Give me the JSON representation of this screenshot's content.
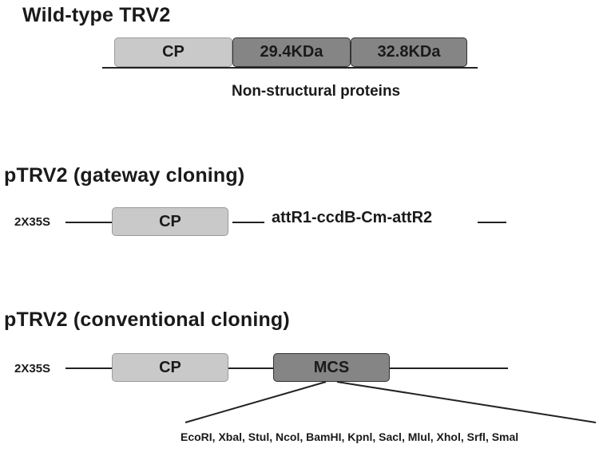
{
  "wild_type": {
    "title": "Wild-type TRV2",
    "segments": [
      "CP",
      "29.4KDa",
      "32.8KDa"
    ],
    "caption": "Non-structural proteins"
  },
  "gateway": {
    "title": "pTRV2 (gateway cloning)",
    "promoter": "2X35S",
    "cp": "CP",
    "insert": "attR1-ccdB-Cm-attR2"
  },
  "conventional": {
    "title": "pTRV2 (conventional cloning)",
    "promoter": "2X35S",
    "cp": "CP",
    "mcs": "MCS",
    "sites": "EcoRI, Xbal, Stul, Ncol, BamHI, Kpnl, Sacl, Mlul, Xhol, Srfl, Smal"
  },
  "colors": {
    "light_box": "#c9c9c9",
    "dark_box": "#858585",
    "line": "#222222"
  }
}
